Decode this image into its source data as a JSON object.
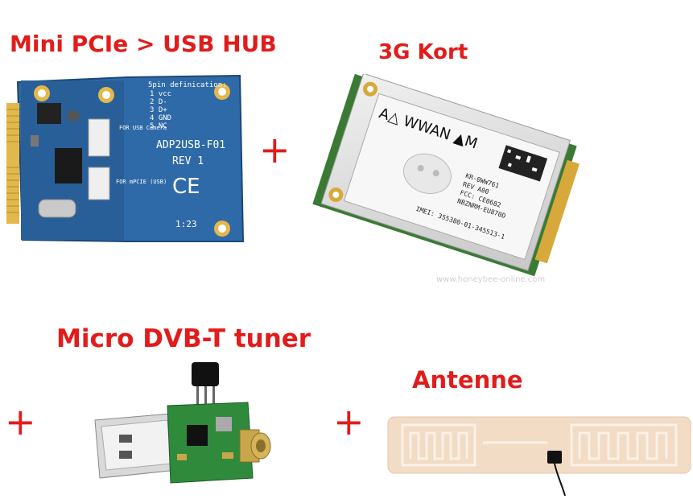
{
  "labels": {
    "hub": "Mini PCIe > USB HUB",
    "card3g": "3G Kort",
    "dvbt": "Micro DVB-T tuner",
    "antenna": "Antenne",
    "plus": "+"
  },
  "hub_board": {
    "pin_title": "5pin definication:",
    "pins": [
      "1 vcc",
      "2 D-",
      "3 D+",
      "4 GND",
      "5 NC"
    ],
    "port1": "FOR USB Camera",
    "port2": "FOR mPCIE (USB)",
    "model": "ADP2USB-F01",
    "rev": "REV 1",
    "ce": "CE",
    "code": "1:23"
  },
  "modem_card": {
    "wwan": "A△ WWAN ▲M",
    "line1": "KR-0WW761",
    "line2": "REV A00",
    "line3": "FCC: CE0682",
    "line4": "NBZNRM-EU870D",
    "line5": "IMEI: 355380-01-345513-1",
    "watermark": "www.honeybee-online.com"
  },
  "colors": {
    "label_red": "#e31b1b",
    "pcb_blue": "#2f6aa8",
    "pcb_green": "#2f7a3c",
    "card_silver": "#dcdcdc",
    "gold": "#d6a93a",
    "antenna_beige": "#f2dcc6"
  }
}
